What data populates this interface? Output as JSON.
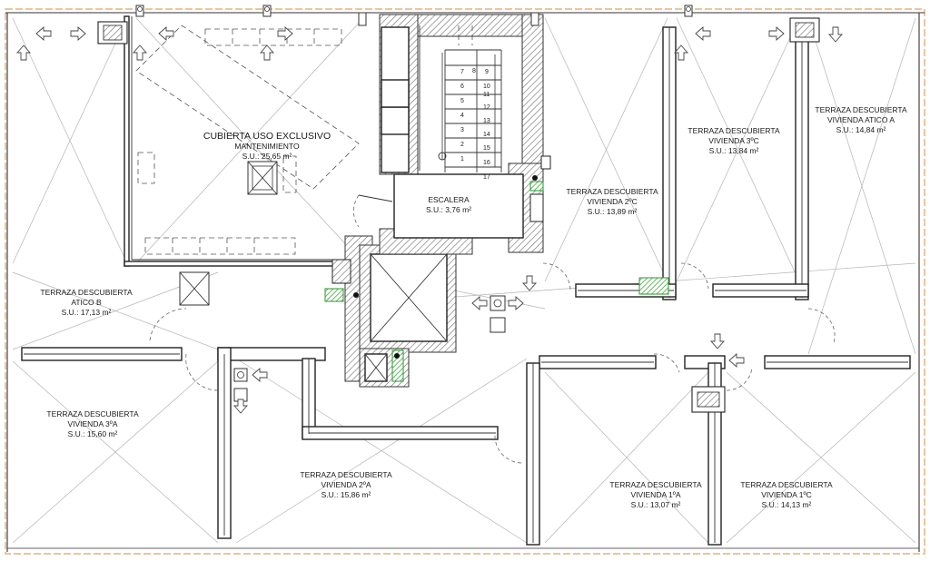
{
  "rooms": {
    "cubierta_uso": {
      "title": "CUBIERTA USO EXCLUSIVO",
      "sub": "MANTENIMIENTO",
      "area": "S.U.: 25,65 m²"
    },
    "escalera": {
      "title": "ESCALERA",
      "area": "S.U.: 3,76 m²"
    },
    "terraza_2c": {
      "title": "TERRAZA DESCUBIERTA",
      "sub": "VIVIENDA 2ºC",
      "area": "S.U.: 13,89 m²"
    },
    "terraza_3c": {
      "title": "TERRAZA DESCUBIERTA",
      "sub": "VIVIENDA 3ºC",
      "area": "S.U.: 13,84 m²"
    },
    "terraza_atico_a": {
      "title": "TERRAZA DESCUBIERTA",
      "sub": "VIVIENDA ATICO A",
      "area": "S.U.: 14,84 m²"
    },
    "terraza_atico_b": {
      "title": "TERRAZA DESCUBIERTA",
      "sub": "ATICO B",
      "area": "S.U.: 17,13 m²"
    },
    "terraza_3a": {
      "title": "TERRAZA DESCUBIERTA",
      "sub": "VIVIENDA 3ºA",
      "area": "S.U.: 15,60 m²"
    },
    "terraza_2a": {
      "title": "TERRAZA DESCUBIERTA",
      "sub": "VIVIENDA 2ºA",
      "area": "S.U.: 15,86 m²"
    },
    "terraza_1a": {
      "title": "TERRAZA DESCUBIERTA",
      "sub": "VIVIENDA 1ºA",
      "area": "S.U.: 13,07 m²"
    },
    "terraza_1c": {
      "title": "TERRAZA DESCUBIERTA",
      "sub": "VIVIENDA 1ºC",
      "area": "S.U.: 14,13 m²"
    }
  },
  "stair_steps": {
    "left": [
      "7",
      "6",
      "5",
      "4",
      "3",
      "2",
      "1"
    ],
    "right": [
      "9",
      "10",
      "11",
      "12",
      "13",
      "14",
      "15",
      "16",
      "17"
    ],
    "top_mid": "8"
  },
  "colors": {
    "border_orange": "#e0a060",
    "wall_line": "#222222",
    "diagonal_line": "#b4b4b4",
    "vent_green": "#2a9a2a"
  }
}
